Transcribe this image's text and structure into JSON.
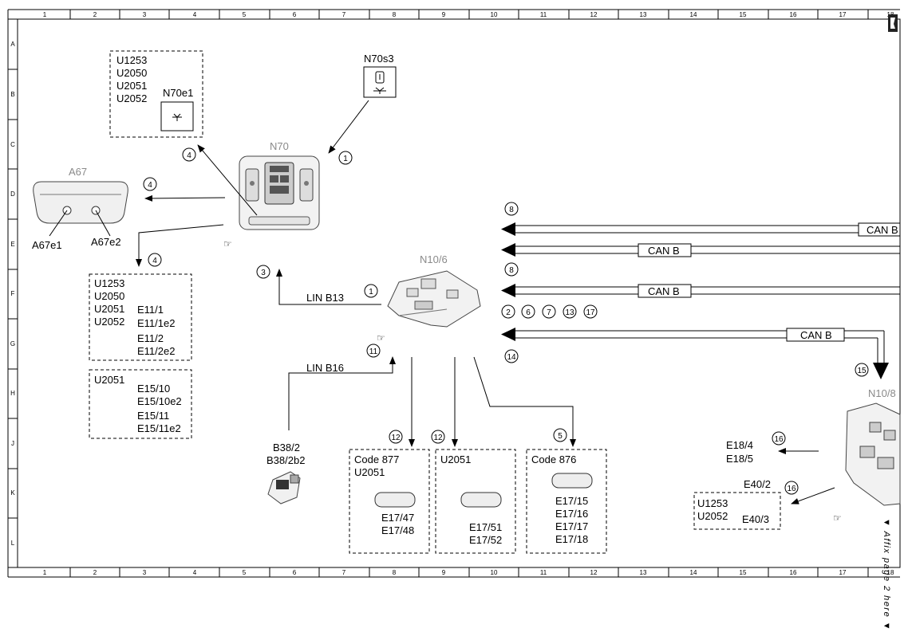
{
  "grid": {
    "columns": [
      "1",
      "2",
      "3",
      "4",
      "5",
      "6",
      "7",
      "8",
      "9",
      "10",
      "11",
      "12",
      "13",
      "14",
      "15",
      "16",
      "17",
      "18"
    ],
    "rows": [
      "A",
      "B",
      "C",
      "D",
      "E",
      "F",
      "G",
      "H",
      "J",
      "K",
      "L"
    ]
  },
  "components": {
    "n70": "N70",
    "n70s3": "N70s3",
    "n70e1": "N70e1",
    "a67": "A67",
    "a67e1": "A67e1",
    "a67e2": "A67e2",
    "n10_6": "N10/6",
    "n10_8": "N10/8",
    "b38_2": "B38/2",
    "b38_2b2": "B38/2b2"
  },
  "boxes": {
    "box1": {
      "codes": [
        "U1253",
        "U2050",
        "U2051",
        "U2052"
      ]
    },
    "box2": {
      "codes": [
        "U1253",
        "U2050",
        "U2051",
        "U2052"
      ],
      "items": [
        "E11/1",
        "E11/1e2",
        "E11/2",
        "E11/2e2"
      ]
    },
    "box3": {
      "codes": [
        "U2051"
      ],
      "items": [
        "E15/10",
        "E15/10e2",
        "E15/11",
        "E15/11e2"
      ]
    },
    "box4": {
      "codes": [
        "Code 877",
        "U2051"
      ],
      "items": [
        "E17/47",
        "E17/48"
      ]
    },
    "box5": {
      "codes": [
        "U2051"
      ],
      "items": [
        "E17/51",
        "E17/52"
      ]
    },
    "box6": {
      "codes": [
        "Code 876"
      ],
      "items": [
        "E17/15",
        "E17/16",
        "E17/17",
        "E17/18"
      ]
    },
    "box7": {
      "codes": [
        "U1253",
        "U2052"
      ],
      "items": [
        "E40/3"
      ]
    }
  },
  "e40_2": "E40/2",
  "e18_4": "E18/4",
  "e18_5": "E18/5",
  "bus": {
    "lin_b13": "LIN B13",
    "lin_b16": "LIN B16",
    "can_b": "CAN B"
  },
  "callouts": {
    "c1a": "1",
    "c1b": "1",
    "c2": "2",
    "c3": "3",
    "c4a": "4",
    "c4b": "4",
    "c4c": "4",
    "c5": "5",
    "c6": "6",
    "c7": "7",
    "c8a": "8",
    "c8b": "8",
    "c11": "11",
    "c12a": "12",
    "c12b": "12",
    "c13": "13",
    "c14": "14",
    "c15": "15",
    "c16a": "16",
    "c16b": "16",
    "c17": "17"
  },
  "affix_note": "▼ Affix page 2 here ▼"
}
